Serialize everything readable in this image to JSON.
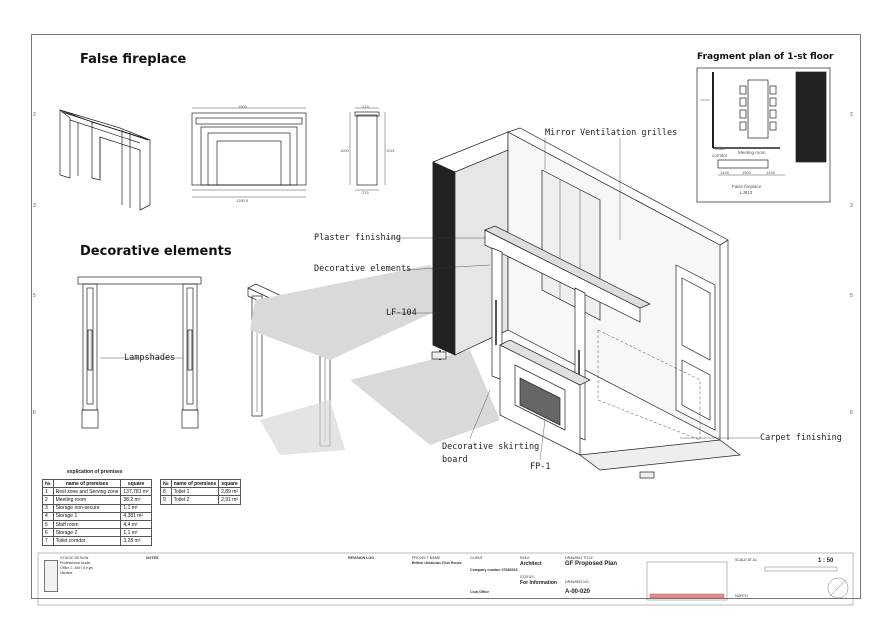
{
  "titles": {
    "false_fireplace": "False fireplace",
    "decorative_elements": "Decorative elements",
    "fragment_plan": "Fragment plan of 1-st floor"
  },
  "labels": {
    "mirror": "Mirror",
    "ventilation": "Ventilation grilles",
    "plaster": "Plaster finishing",
    "decorative": "Decorative elements",
    "lf104": "LF-104",
    "lampshades": "Lampshades",
    "skirting_1": "Decorative skirting",
    "skirting_2": "board",
    "fp1": "FP-1",
    "carpet": "Carpet finishing"
  },
  "plan": {
    "toilet": "Toilet",
    "corridor": "corridor",
    "meeting": "Meeting room",
    "dims": [
      "1445",
      "1503",
      "1445"
    ],
    "false_fp_1": "False fireplace",
    "false_fp_2": "LJ913"
  },
  "dims": {
    "fp_width": "1503",
    "fp_total": "1390.5",
    "fp_height": "1000",
    "fp_top": "215",
    "fp_side": "1021",
    "fp_depth": "276"
  },
  "premises": {
    "caption": "explication of premises",
    "headers": [
      "№",
      "name of premises",
      "square"
    ],
    "rows": [
      [
        "1",
        "Rest zone and Serving zone",
        "137,781 m²"
      ],
      [
        "2",
        "Meeting room",
        "38,2 m²"
      ],
      [
        "3",
        "Storage non-secure",
        "1,1 m²"
      ],
      [
        "4",
        "Storage 1",
        "4,381 m²"
      ],
      [
        "5",
        "Staff room",
        "4,4 m²"
      ],
      [
        "6",
        "Storage 2",
        "1,1 m²"
      ],
      [
        "7",
        "Toilet corridor",
        "3,28 m²"
      ]
    ],
    "rows2": [
      [
        "8",
        "Toilet 1",
        "2,89 m²"
      ],
      [
        "9",
        "Toilet 2",
        "2,91 m²"
      ]
    ]
  },
  "titleblock": {
    "company": [
      "STUDIO DESIGN",
      "Professional studio",
      "Office 2, 456 / 8 Kyiv",
      "Ukraine"
    ],
    "notes_title": "NOTES",
    "revisions_title": "REVISION LOG",
    "project_name_label": "PROJECT NAME",
    "project_name": "British Ukrainian Club House",
    "client_label": "CLIENT",
    "client": "Company number 07686515",
    "role_label": "ROLE",
    "role": "Architect",
    "drawing_title_label": "DRAWING TITLE",
    "drawing_title": "GF Proposed Plan",
    "status_label": "STATUS",
    "status": "For Information",
    "drawing_no_label": "DRAWING NO.",
    "drawing_no": "A-00-020",
    "scale_label": "SCALE AT A1",
    "scale": "1 : 50",
    "north": "NORTH",
    "date_label": "Club Office"
  }
}
